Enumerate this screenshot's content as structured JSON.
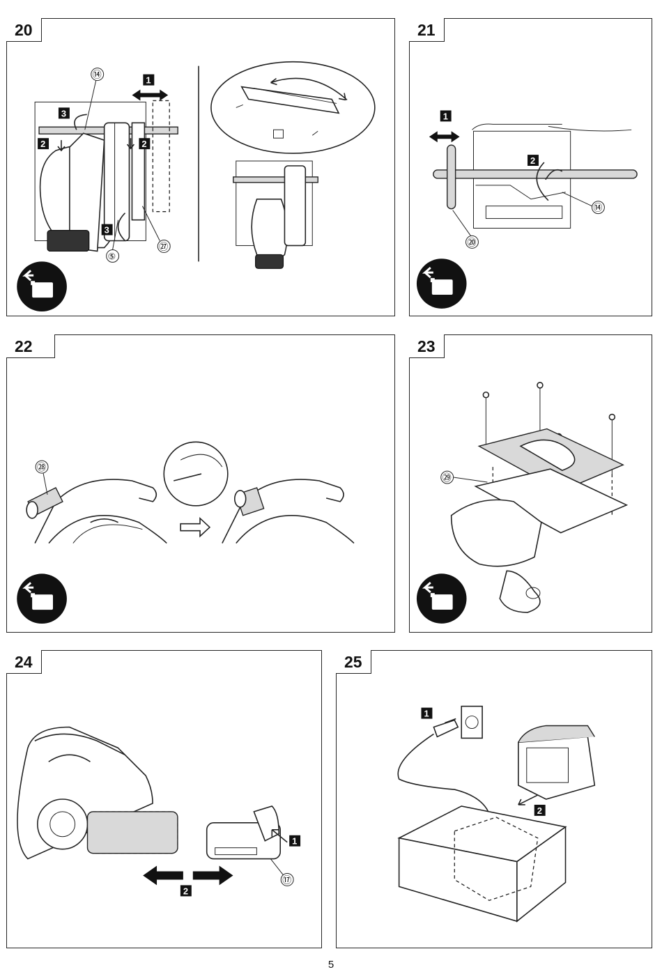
{
  "panels": {
    "p20": {
      "number": "20",
      "callouts": [
        "⑭",
        "⑤",
        "㉗"
      ],
      "steps": [
        "1",
        "2",
        "2",
        "3",
        "3"
      ]
    },
    "p21": {
      "number": "21",
      "callouts": [
        "⑳",
        "⑭"
      ],
      "steps": [
        "1",
        "2"
      ]
    },
    "p22": {
      "number": "22",
      "callouts": [
        "㉘"
      ]
    },
    "p23": {
      "number": "23",
      "callouts": [
        "㉙"
      ]
    },
    "p24": {
      "number": "24",
      "callouts": [
        "⑰"
      ],
      "steps": [
        "1",
        "2"
      ]
    },
    "p25": {
      "number": "25",
      "steps": [
        "1",
        "2"
      ]
    }
  },
  "icons": [
    "read-manual-icon"
  ],
  "page_number": "5"
}
